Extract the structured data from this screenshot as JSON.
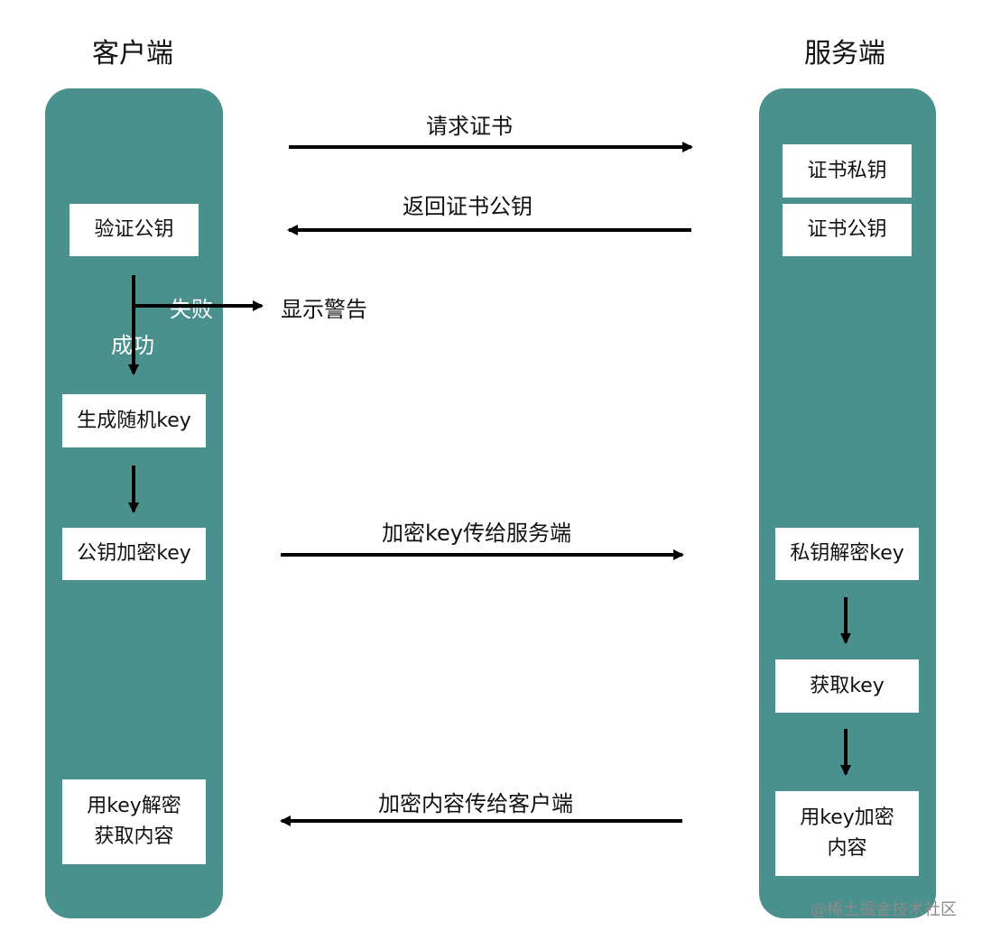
{
  "titles": {
    "client": "客户端",
    "server": "服务端"
  },
  "colors": {
    "lane": "#4a918d",
    "box": "#ffffff",
    "arrow": "#000000",
    "text": "#111111",
    "white_text": "#ffffff",
    "watermark": "#8a8a8a"
  },
  "client": {
    "verify_box": "验证公钥",
    "generate_box": "生成随机key",
    "encrypt_box": "公钥加密key",
    "decrypt_box": "用key解密\n获取内容"
  },
  "server": {
    "private_key_box": "证书私钥",
    "public_key_box": "证书公钥",
    "private_decrypt_box": "私钥解密key",
    "get_key_box": "获取key",
    "encrypt_content_box": "用key加密\n内容"
  },
  "messages": {
    "request_cert": "请求证书",
    "return_pubkey": "返回证书公钥",
    "send_encrypted_key": "加密key传给服务端",
    "send_encrypted_content": "加密内容传给客户端"
  },
  "branch": {
    "fail": "失败",
    "success": "成功",
    "warning": "显示警告"
  },
  "watermark": "@稀土掘金技术社区"
}
